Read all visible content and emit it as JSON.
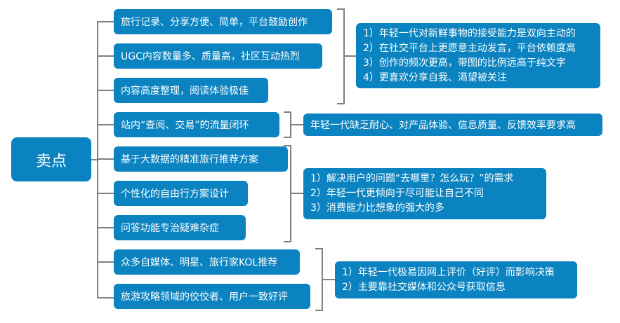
{
  "root": "卖点",
  "features": [
    "旅行记录、分享方便、简单，平台鼓励创作",
    "UGC内容数量多、质量高，社区互动热烈",
    "内容高度整理，阅读体验极佳",
    "站内“查阅、交易”的流量闭环",
    "基于大数据的精准旅行推荐方案",
    "个性化的自由行方案设计",
    "问答功能专治疑难杂症",
    "众多自媒体、明星、旅行家KOL推荐",
    "旅游攻略领域的佼佼者、用户一致好评"
  ],
  "reasons": [
    [
      "1）年轻一代对新鲜事物的接受能力是双向主动的",
      "2）在社交平台上更愿意主动发言，平台依赖度高",
      "3）创作的频次更高，带图的比例远高于纯文字",
      "4）更喜欢分享自我、渴望被关注"
    ],
    [
      "年轻一代缺乏耐心、对产品体验、信息质量、反馈效率要求高"
    ],
    [
      "1）解决用户的问题“去哪里？怎么玩？”的需求",
      "2）年轻一代更倾向于尽可能让自己不同",
      "3）消费能力比想象的强大的多"
    ],
    [
      "1）年轻一代极易因网上评价（好评）而影响决策",
      "2）主要靠社交媒体和公众号获取信息"
    ]
  ]
}
